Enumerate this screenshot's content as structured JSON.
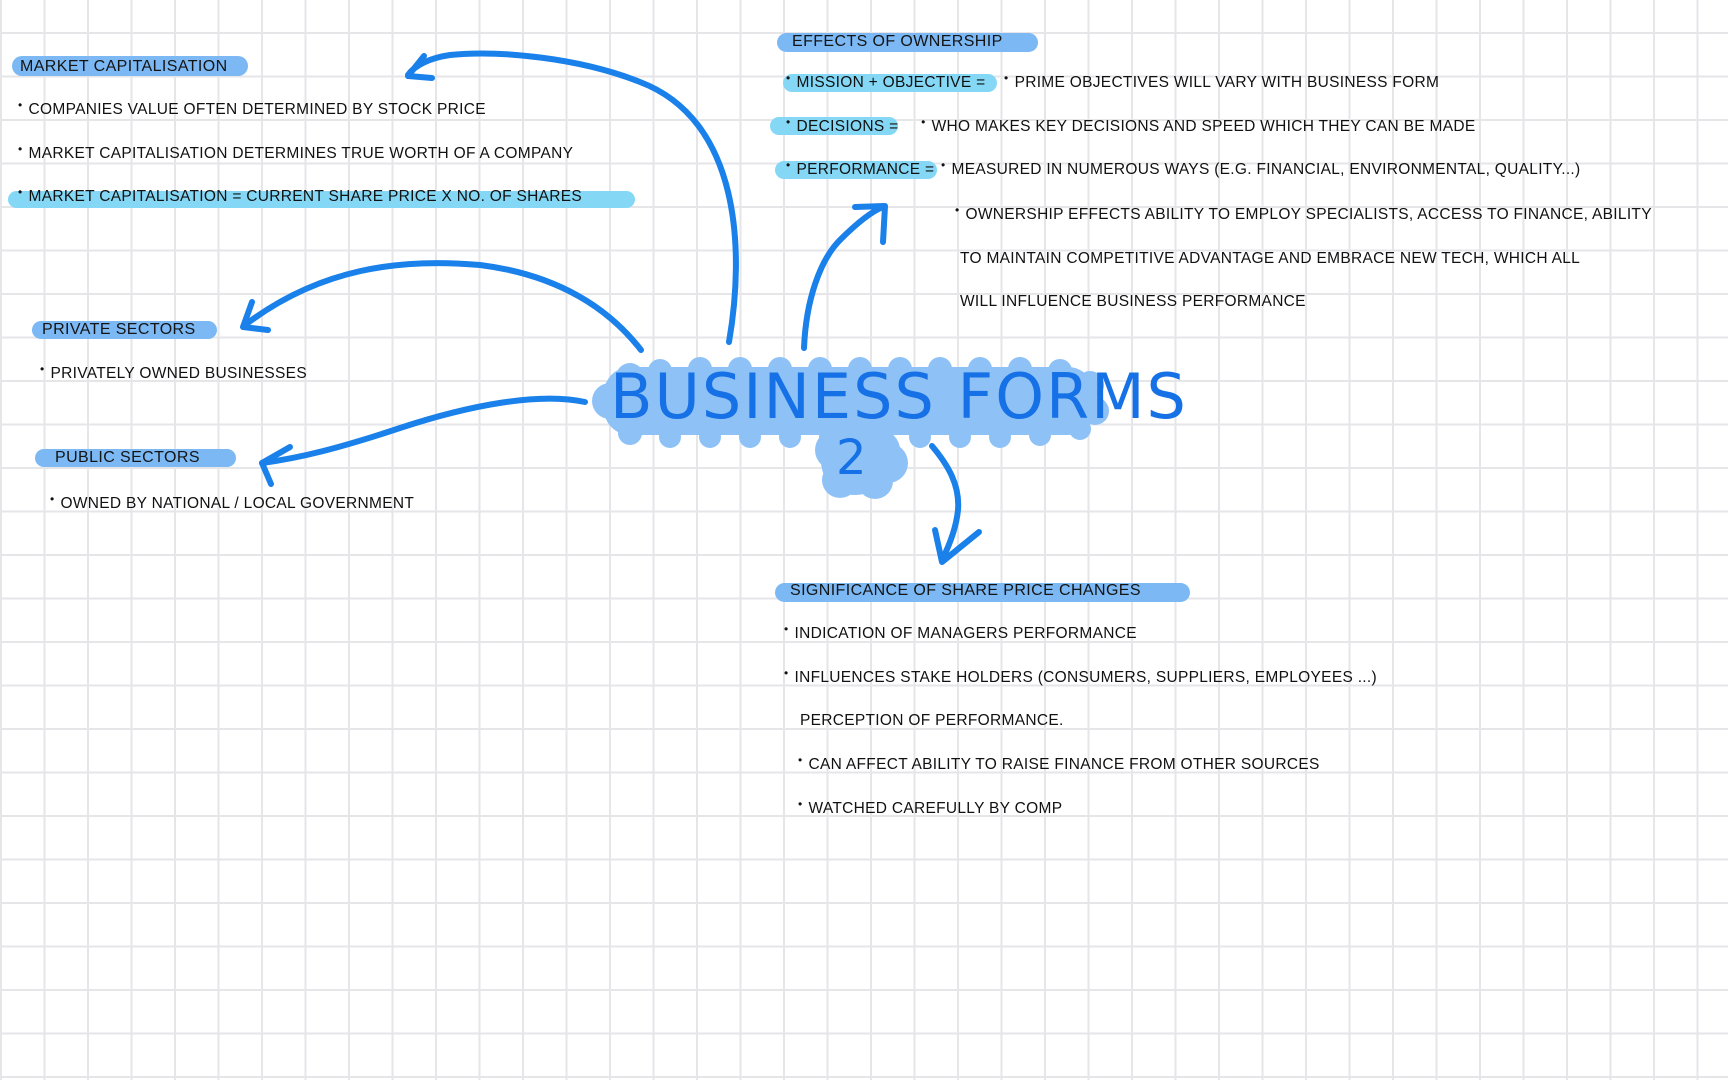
{
  "colors": {
    "background": "#ffffff",
    "grid": "#e6e6e8",
    "arrow": "#1a80ea",
    "title_text": "#1670e6",
    "title_cloud": "#8ec2f7",
    "heading_highlight": "#7bb8f4",
    "subitem_highlight": "#84d8f6",
    "ink": "#111111"
  },
  "title": {
    "main": "BUSINESS FORMS",
    "number": "2"
  },
  "market_capitalisation": {
    "heading": "Market Capitalisation",
    "bullets": [
      "Companies value often determined by stock price",
      "Market capitalisation determines true worth of a company",
      "Market capitalisation = current share price x no. of shares"
    ]
  },
  "private_sectors": {
    "heading": "Private Sectors",
    "bullets": [
      "Privately owned businesses"
    ]
  },
  "public_sectors": {
    "heading": "Public Sectors",
    "bullets": [
      "Owned by national / local government"
    ]
  },
  "effects_of_ownership": {
    "heading": "Effects of Ownership",
    "items": [
      {
        "label": "Mission + Objective",
        "eq": "=",
        "text": "Prime objectives will vary with business form"
      },
      {
        "label": "Decisions",
        "eq": "=",
        "text": "Who makes key decisions and speed which they can be made"
      },
      {
        "label": "Performance",
        "eq": "=",
        "text": "Measured in numerous ways (e.g. financial, environmental, quality...)"
      }
    ],
    "ownership_lines": [
      "Ownership effects ability to employ specialists, access to finance, ability",
      "to maintain competitive advantage and embrace new tech, which all",
      "will influence business performance"
    ]
  },
  "share_price_changes": {
    "heading": "Significance of Share Price Changes",
    "lines": [
      "Indication of managers performance",
      "Influences stake holders (consumers, suppliers, employees ...)",
      "perception of performance.",
      "Can affect ability to raise finance from other sources",
      "Watched carefully by comp"
    ]
  }
}
